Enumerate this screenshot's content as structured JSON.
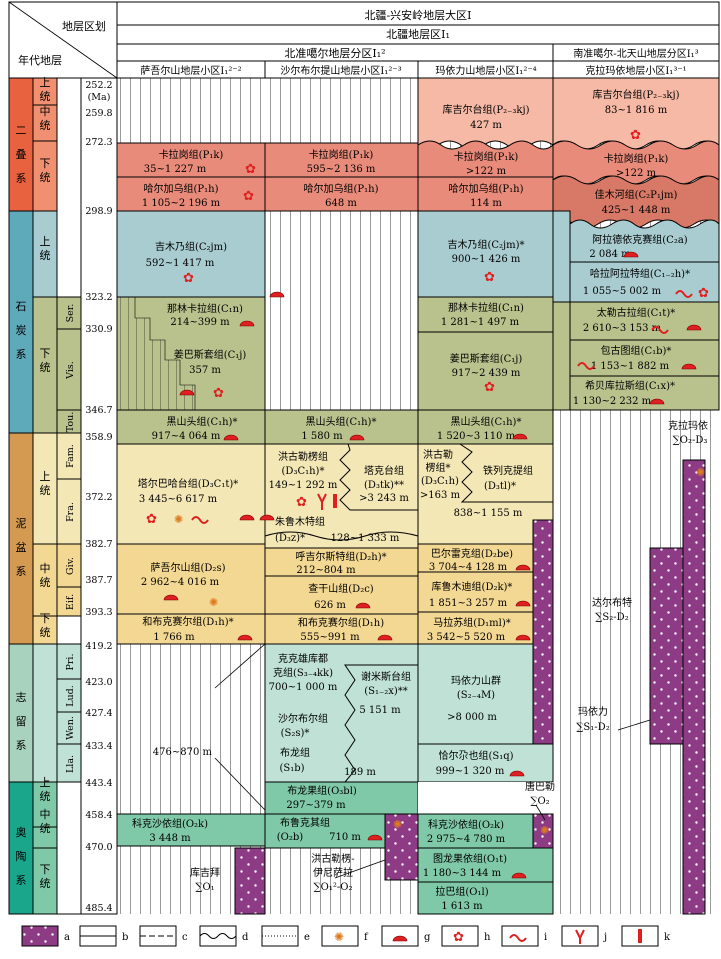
{
  "header": {
    "left_top": "地层区划",
    "left_bottom": "年代地层",
    "region": "北疆-兴安岭地层大区Ⅰ",
    "subregion": "北疆地层区Ⅰ₁",
    "divisions": [
      {
        "name": "北准噶尔地层分区Ⅰ₁²"
      },
      {
        "name": "南准噶尔-北天山地层分区Ⅰ₁³"
      }
    ],
    "columns": [
      {
        "name": "萨吾尔山地层小区Ⅰ₁²⁻²"
      },
      {
        "name": "沙尔布尔提山地层小区Ⅰ₁²⁻³"
      },
      {
        "name": "玛依力山地层小区Ⅰ₁²⁻⁴"
      },
      {
        "name": "克拉玛依地层小区Ⅰ₁³⁻¹"
      }
    ]
  },
  "systems": [
    {
      "name": "二叠系",
      "color": "#e8623f"
    },
    {
      "name": "石炭系",
      "color": "#5ea9ba"
    },
    {
      "name": "泥盆系",
      "color": "#d49a52"
    },
    {
      "name": "志留系",
      "color": "#a8d2bd"
    },
    {
      "name": "奥陶系",
      "color": "#1aa68a"
    }
  ],
  "series": [
    {
      "name": "上统"
    },
    {
      "name": "中统"
    },
    {
      "name": "下统"
    },
    {
      "name": "上统"
    },
    {
      "name": "下统"
    },
    {
      "name": "上统"
    },
    {
      "name": "中统"
    },
    {
      "name": "下统"
    },
    {
      "name": "上统"
    },
    {
      "name": "中统"
    },
    {
      "name": "下统"
    }
  ],
  "stages": [
    {
      "name": "Ser."
    },
    {
      "name": "Vis."
    },
    {
      "name": "Tou."
    },
    {
      "name": "Fam."
    },
    {
      "name": "Fra."
    },
    {
      "name": "Giv."
    },
    {
      "name": "Eif."
    },
    {
      "name": "Pri."
    },
    {
      "name": "Lud."
    },
    {
      "name": "Wen."
    },
    {
      "name": "Lla."
    }
  ],
  "ages": [
    {
      "value": "252.2"
    },
    {
      "value": "(Ma)"
    },
    {
      "value": "259.8"
    },
    {
      "value": "272.3"
    },
    {
      "value": "298.9"
    },
    {
      "value": "323.2"
    },
    {
      "value": "330.9"
    },
    {
      "value": "346.7"
    },
    {
      "value": "358.9"
    },
    {
      "value": "372.2"
    },
    {
      "value": "382.7"
    },
    {
      "value": "387.7"
    },
    {
      "value": "393.3"
    },
    {
      "value": "419.2"
    },
    {
      "value": "423.0"
    },
    {
      "value": "427.4"
    },
    {
      "value": "433.4"
    },
    {
      "value": "443.4"
    },
    {
      "value": "458.4"
    },
    {
      "value": "470.0"
    },
    {
      "value": "485.4"
    }
  ],
  "units": {
    "c1_kkg": {
      "name": "卡拉岗组(P₁k)",
      "thick": "35~1 227 m"
    },
    "c1_hejw": {
      "name": "哈尔加乌组(P₁h)",
      "thick": "1 105~2 196 m"
    },
    "c1_jmn": {
      "name": "吉木乃组(C₂jm)",
      "thick": "592~1 417 m"
    },
    "c1_nlkl": {
      "name": "那林卡拉组(C₁n)",
      "thick": "214~399 m"
    },
    "c1_jbst": {
      "name": "姜巴斯套组(C₁j)",
      "thick": "357 m"
    },
    "c1_hst": {
      "name": "黑山头组(C₁h)*",
      "thick": "917~4 064 m"
    },
    "c1_tebh": {
      "name": "塔尔巴哈台组(D₃C₁t)*",
      "thick": "3 445~6 617 m"
    },
    "c1_swes": {
      "name": "萨吾尔山组(D₂s)",
      "thick": "2 962~4 016 m"
    },
    "c1_hbks": {
      "name": "和布克赛尔组(D₁h)*",
      "thick": "1 766 m"
    },
    "c1_kksy": {
      "name": "科克沙依组(O₂k)",
      "thick": "3 448 m"
    },
    "c1_range": {
      "thick": "476~870 m"
    },
    "c2_kkg": {
      "name": "卡拉岗组(P₁k)",
      "thick": "595~2 136 m"
    },
    "c2_hejw": {
      "name": "哈尔加乌组(P₁h)",
      "thick": "648 m"
    },
    "c2_hst": {
      "name": "黑山头组(C₁h)*",
      "thick": "1 580 m"
    },
    "c2_hglm": {
      "name": "洪古勒楞组",
      "code": "(D₃C₁h)*",
      "thick": "149~1 292 m"
    },
    "c2_tkt": {
      "name": "塔克台组",
      "code": "(D₃tk)**",
      "thick": ">3 243 m"
    },
    "c2_zlmt": {
      "name": "朱鲁木特组",
      "code": "(D₃z)*",
      "thick": "128~1 333 m"
    },
    "c2_hjes": {
      "name": "呼吉尔斯特组(D₂h)*",
      "thick": "212~804 m"
    },
    "c2_cgs": {
      "name": "查干山组(D₂c)",
      "thick": "626 m"
    },
    "c2_hbks": {
      "name": "和布克赛尔组(D₁h)",
      "thick": "555~991 m"
    },
    "c2_kkxkd": {
      "name": "克克雄库都",
      "code": "克组(S₃₋₄kk)",
      "thick": "700~1 000 m"
    },
    "c2_xmst": {
      "name": "谢米斯台组",
      "code": "(S₁₋₂x)**",
      "thick": "5 151 m"
    },
    "c2_seb": {
      "name": "沙尔布尔组",
      "code": "(S₂s)*",
      "thick": ""
    },
    "c2_bl": {
      "name": "布龙组",
      "code": "(S₁b)",
      "thick": "189 m"
    },
    "c2_blg": {
      "name": "布龙果组(O₃bl)",
      "thick": "297~379 m"
    },
    "c2_blq": {
      "name": "布鲁克其组",
      "code": "(O₂b)",
      "thick": "710 m"
    },
    "c3_kjet": {
      "name": "库吉尔台组(P₂₋₃kj)",
      "thick": "427 m"
    },
    "c3_kkg": {
      "name": "卡拉岗组(P₁k)",
      "thick": ">122 m"
    },
    "c3_hejw": {
      "name": "哈尔加乌组(P₁h)",
      "thick": "114 m"
    },
    "c3_jmn": {
      "name": "吉木乃组(C₂jm)*",
      "thick": "900~1 426 m"
    },
    "c3_nlkl": {
      "name": "那林卡拉组(C₁n)",
      "thick": "1 281~1 497 m"
    },
    "c3_jbst": {
      "name": "姜巴斯套组(C₁j)",
      "thick": "917~2 439 m"
    },
    "c3_hst": {
      "name": "黑山头组(C₁h)*",
      "thick": "1 520~3 110 m"
    },
    "c3_hglm": {
      "name": "洪古勒",
      "name2": "楞组*",
      "code": "(D₃C₁h)",
      "thick": ">163 m"
    },
    "c3_tlkd": {
      "name": "铁列克提组",
      "code": "(D₃tl)*",
      "thick": "838~1 155 m"
    },
    "c3_belk": {
      "name": "巴尔雷克组(D₂be)",
      "thick": "3 704~4 128 m"
    },
    "c3_klmd": {
      "name": "库鲁木迪组(D₂k)*",
      "thick": "1 851~3 257 m"
    },
    "c3_mls": {
      "name": "马拉苏组(D₁ml)*",
      "thick": "3 542~5 520 m"
    },
    "c3_myls": {
      "name": "玛依力山群",
      "code": "(S₂₋₄M)",
      "thick": ">8 000 m"
    },
    "c3_qezl": {
      "name": "恰尔尕也组(S₁q)",
      "thick": "999~1 320 m"
    },
    "c3_kksy": {
      "name": "科克沙依组(O₂k)",
      "thick": "2 975~4 780 m"
    },
    "c3_tlg": {
      "name": "图龙果依组(O₁t)",
      "thick": "1 180~3 144 m"
    },
    "c3_lb": {
      "name": "拉巴组(O₁l)",
      "thick": "1 613 m"
    },
    "c4_kjet": {
      "name": "库吉尔台组(P₂₋₃kj)",
      "thick": "83~1 816 m"
    },
    "c4_kkg": {
      "name": "卡拉岗组(P₁k)",
      "thick": ">122 m"
    },
    "c4_jmh": {
      "name": "佳木河组(C₂P₁jm)",
      "thick": "425~1 448 m"
    },
    "c4_ldys": {
      "name": "阿拉德依克赛组(C₂a)",
      "thick": "2 084 m"
    },
    "c4_hlalt": {
      "name": "哈拉阿拉特组(C₁₋₂h)*",
      "thick": "1 055~5 002 m"
    },
    "c4_tlgl": {
      "name": "太勒古拉组(C₁t)*",
      "thick": "2 610~3 153 m"
    },
    "c4_bgt": {
      "name": "包古图组(C₁b)*",
      "thick": "1 153~1 882 m"
    },
    "c4_xbkl": {
      "name": "希贝库拉斯组(C₁x)*",
      "thick": "1 130~2 232 m"
    }
  },
  "intrusions": [
    {
      "name": "库吉拜",
      "code": "∑O₁"
    },
    {
      "name": "洪古勒楞-",
      "name2": "伊尼萨拉",
      "code": "∑O₁²-O₂"
    },
    {
      "name": "唐巴勒",
      "code": "∑O₂"
    },
    {
      "name": "玛依力",
      "code": "∑S₁-D₂"
    },
    {
      "name": "达尔布特",
      "code": "∑S₂-D₂"
    },
    {
      "name": "克拉玛依",
      "code": "∑O₂-D₃"
    }
  ],
  "legend": [
    {
      "key": "a"
    },
    {
      "key": "b"
    },
    {
      "key": "c"
    },
    {
      "key": "d"
    },
    {
      "key": "e"
    },
    {
      "key": "f"
    },
    {
      "key": "g"
    },
    {
      "key": "h"
    },
    {
      "key": "i"
    },
    {
      "key": "j"
    },
    {
      "key": "k"
    }
  ],
  "colors": {
    "permian_upper": "#f6b9a6",
    "permian_lower": "#e88b7a",
    "carb_upper": "#a9ccd0",
    "carb_lower": "#b9c28d",
    "devonian_upper": "#f3e7b6",
    "devonian_mid": "#f3d893",
    "silurian": "#bfe1d6",
    "ordovician": "#7fc9a8",
    "intrusion": "#8e3b86",
    "fossil": "#e02020"
  }
}
